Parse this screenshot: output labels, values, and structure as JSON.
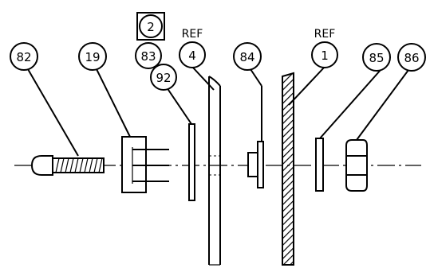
{
  "callouts": {
    "c82": "82",
    "c19": "19",
    "c2": "2",
    "c83": "83",
    "c92": "92",
    "c4": "4",
    "c84": "84",
    "c1": "1",
    "c85": "85",
    "c86": "86"
  },
  "refs": {
    "ref_left": "REF",
    "ref_right": "REF"
  }
}
